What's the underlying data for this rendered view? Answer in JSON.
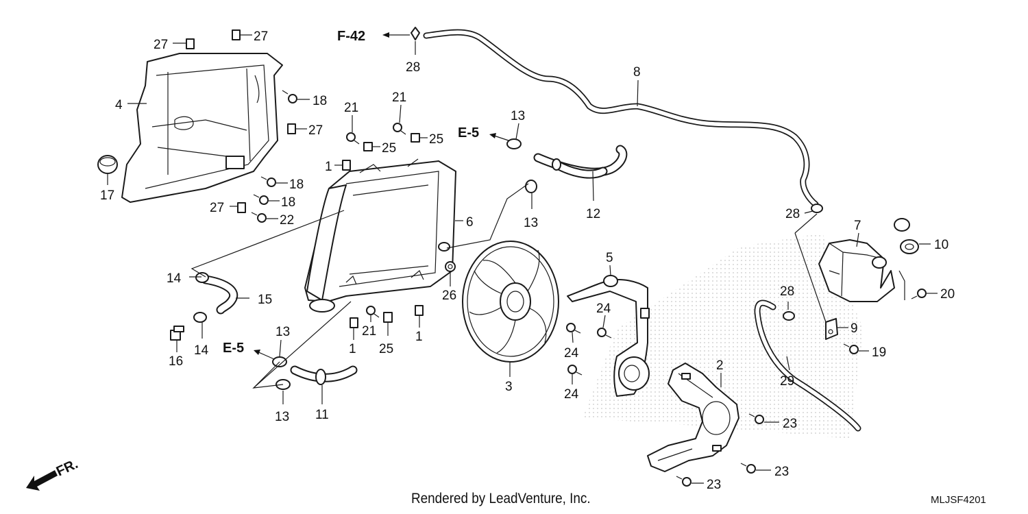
{
  "diagram": {
    "part_numbers": [
      "1",
      "2",
      "3",
      "4",
      "5",
      "6",
      "7",
      "8",
      "9",
      "10",
      "11",
      "12",
      "13",
      "14",
      "15",
      "16",
      "17",
      "18",
      "19",
      "20",
      "21",
      "22",
      "23",
      "24",
      "25",
      "26",
      "27",
      "28",
      "29"
    ],
    "references": {
      "fuel": "F-42",
      "engine_top": "E-5",
      "engine_bottom": "E-5"
    },
    "direction_label": "FR.",
    "footer": "Rendered by LeadVenture, Inc.",
    "code": "MLJSF4201"
  }
}
